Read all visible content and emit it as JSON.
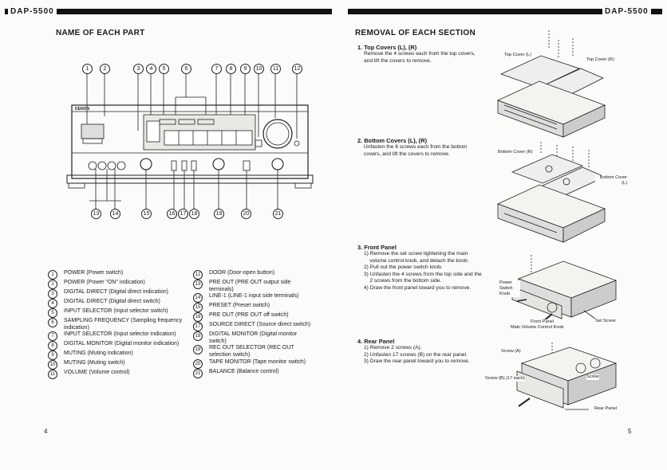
{
  "header": {
    "left_model": "DAP-5500",
    "right_model": "DAP-5500"
  },
  "left_page": {
    "title": "NAME OF EACH PART",
    "callouts_top": [
      "1",
      "2",
      "3",
      "4",
      "5",
      "6",
      "7",
      "8",
      "9",
      "10",
      "11",
      "12"
    ],
    "callouts_bottom": [
      "13",
      "14",
      "15",
      "16",
      "17",
      "18",
      "19",
      "20",
      "21"
    ],
    "panel_brand": "DENON",
    "parts_col1": [
      {
        "num": "1",
        "text": "POWER (Power switch)"
      },
      {
        "num": "2",
        "text": "POWER (Power \"ON\" indication)"
      },
      {
        "num": "3",
        "text": "DIGITAL DIRECT (Digital direct indication)"
      },
      {
        "num": "4",
        "text": "DIGITAL DIRECT (Digital direct switch)"
      },
      {
        "num": "5",
        "text": "INPUT SELECTOR (Input selector switch)"
      },
      {
        "num": "6",
        "text": "SAMPLING FREQUENCY (Sampling frequency indication)"
      },
      {
        "num": "7",
        "text": "INPUT SELECTOR (Input selector indication)"
      },
      {
        "num": "8",
        "text": "DIGITAL MONITOR (Digital monitor indication)"
      },
      {
        "num": "9",
        "text": "MUTING (Muting indication)"
      },
      {
        "num": "10",
        "text": "MUTING (Muting switch)"
      },
      {
        "num": "11",
        "text": "VOLUME (Volume control)"
      }
    ],
    "parts_col2": [
      {
        "num": "12",
        "text": "DOOR (Door-open button)"
      },
      {
        "num": "13",
        "text": "PRE OUT (PRE OUT output side terminals)"
      },
      {
        "num": "14",
        "text": "LINE-1 (LINE-1 input side terminals)"
      },
      {
        "num": "15",
        "text": "PRESET (Preset switch)"
      },
      {
        "num": "16",
        "text": "PRE OUT (PRE OUT off switch)"
      },
      {
        "num": "17",
        "text": "SOURCE DIRECT (Source direct switch)"
      },
      {
        "num": "18",
        "text": "DIGITAL MONITOR (Digital monitor switch)"
      },
      {
        "num": "19",
        "text": "REC OUT SELECTOR (REC OUT selection switch)"
      },
      {
        "num": "20",
        "text": "TAPE MONITOR (Tape monitor switch)"
      },
      {
        "num": "21",
        "text": "BALANCE (Balance control)"
      }
    ],
    "page_number": "4"
  },
  "right_page": {
    "title": "REMOVAL OF EACH SECTION",
    "steps": [
      {
        "head": "1. Top Covers (L), (R)",
        "body": [
          "Remove the 4 screws each from the top covers,",
          "and lift the covers to remove."
        ]
      },
      {
        "head": "2. Bottom Covers (L), (R)",
        "body": [
          "Unfasten the 8 screws each from the bottom",
          "covers, and lift the covers to remove."
        ]
      },
      {
        "head": "3. Front Panel",
        "body": [
          "1) Remove the set screw tightening the main",
          "    volume control knob, and detach the knob.",
          "2) Pull out the power switch knob.",
          "3) Unfasten the 4 screws from the top side and the",
          "    2 screws from the bottom side.",
          "4) Draw the front panel toward you to remove."
        ]
      },
      {
        "head": "4. Rear Panel",
        "body": [
          "1) Remove 2 screws (A).",
          "2) Unfasten 17 screws (B) on the rear panel.",
          "3) Draw the rear panel toward you to remove."
        ]
      }
    ],
    "labels": {
      "top_cover_l": "Top Cover (L)",
      "top_cover_r": "Top Cover (R)",
      "bottom_cover_r": "Bottom Cover (R)",
      "bottom_cover_l": "Bottom Cover (L)",
      "power_switch_knob": "Power Switch Knob",
      "set_screw": "Set Screw",
      "front_panel": "Front Panel",
      "main_volume_knob": "Main Volume Control Knob",
      "screw_a": "Screw (A)",
      "screw_b": "Screw (B) (17 each)",
      "screw": "Screw",
      "rear_panel": "Rear Panel"
    },
    "page_number": "5"
  }
}
